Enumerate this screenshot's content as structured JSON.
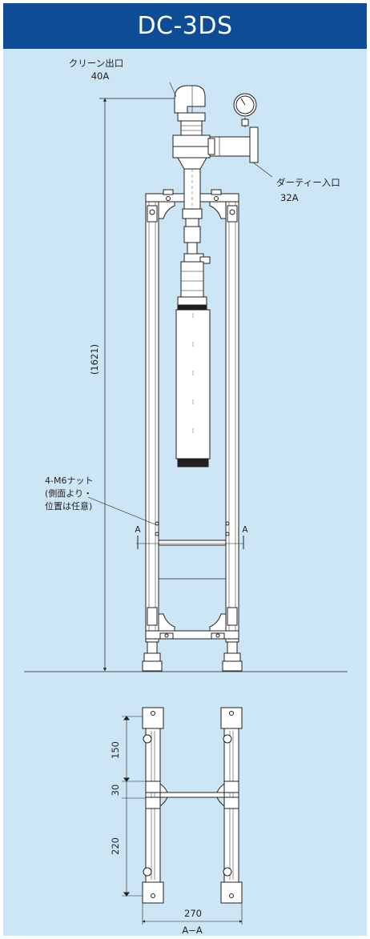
{
  "title": "DC-3DS",
  "colors": {
    "header_bg": "#0e4c96",
    "panel_bg": "#cce6f6",
    "line": "#231f20"
  },
  "labels": {
    "clean_outlet": "クリーン出口",
    "clean_size": "40A",
    "dirty_inlet": "ダーティー入口",
    "dirty_size": "32A",
    "height_dim": "(1621)",
    "nut_line1": "4-M6ナット",
    "nut_line2": "(側面より・",
    "nut_line3": "位置は任意)",
    "section_mark_left": "A",
    "section_mark_right": "A"
  },
  "bottom_view": {
    "dims": [
      "150",
      "30",
      "220"
    ],
    "width_dim": "270",
    "section_label": "A−A"
  }
}
